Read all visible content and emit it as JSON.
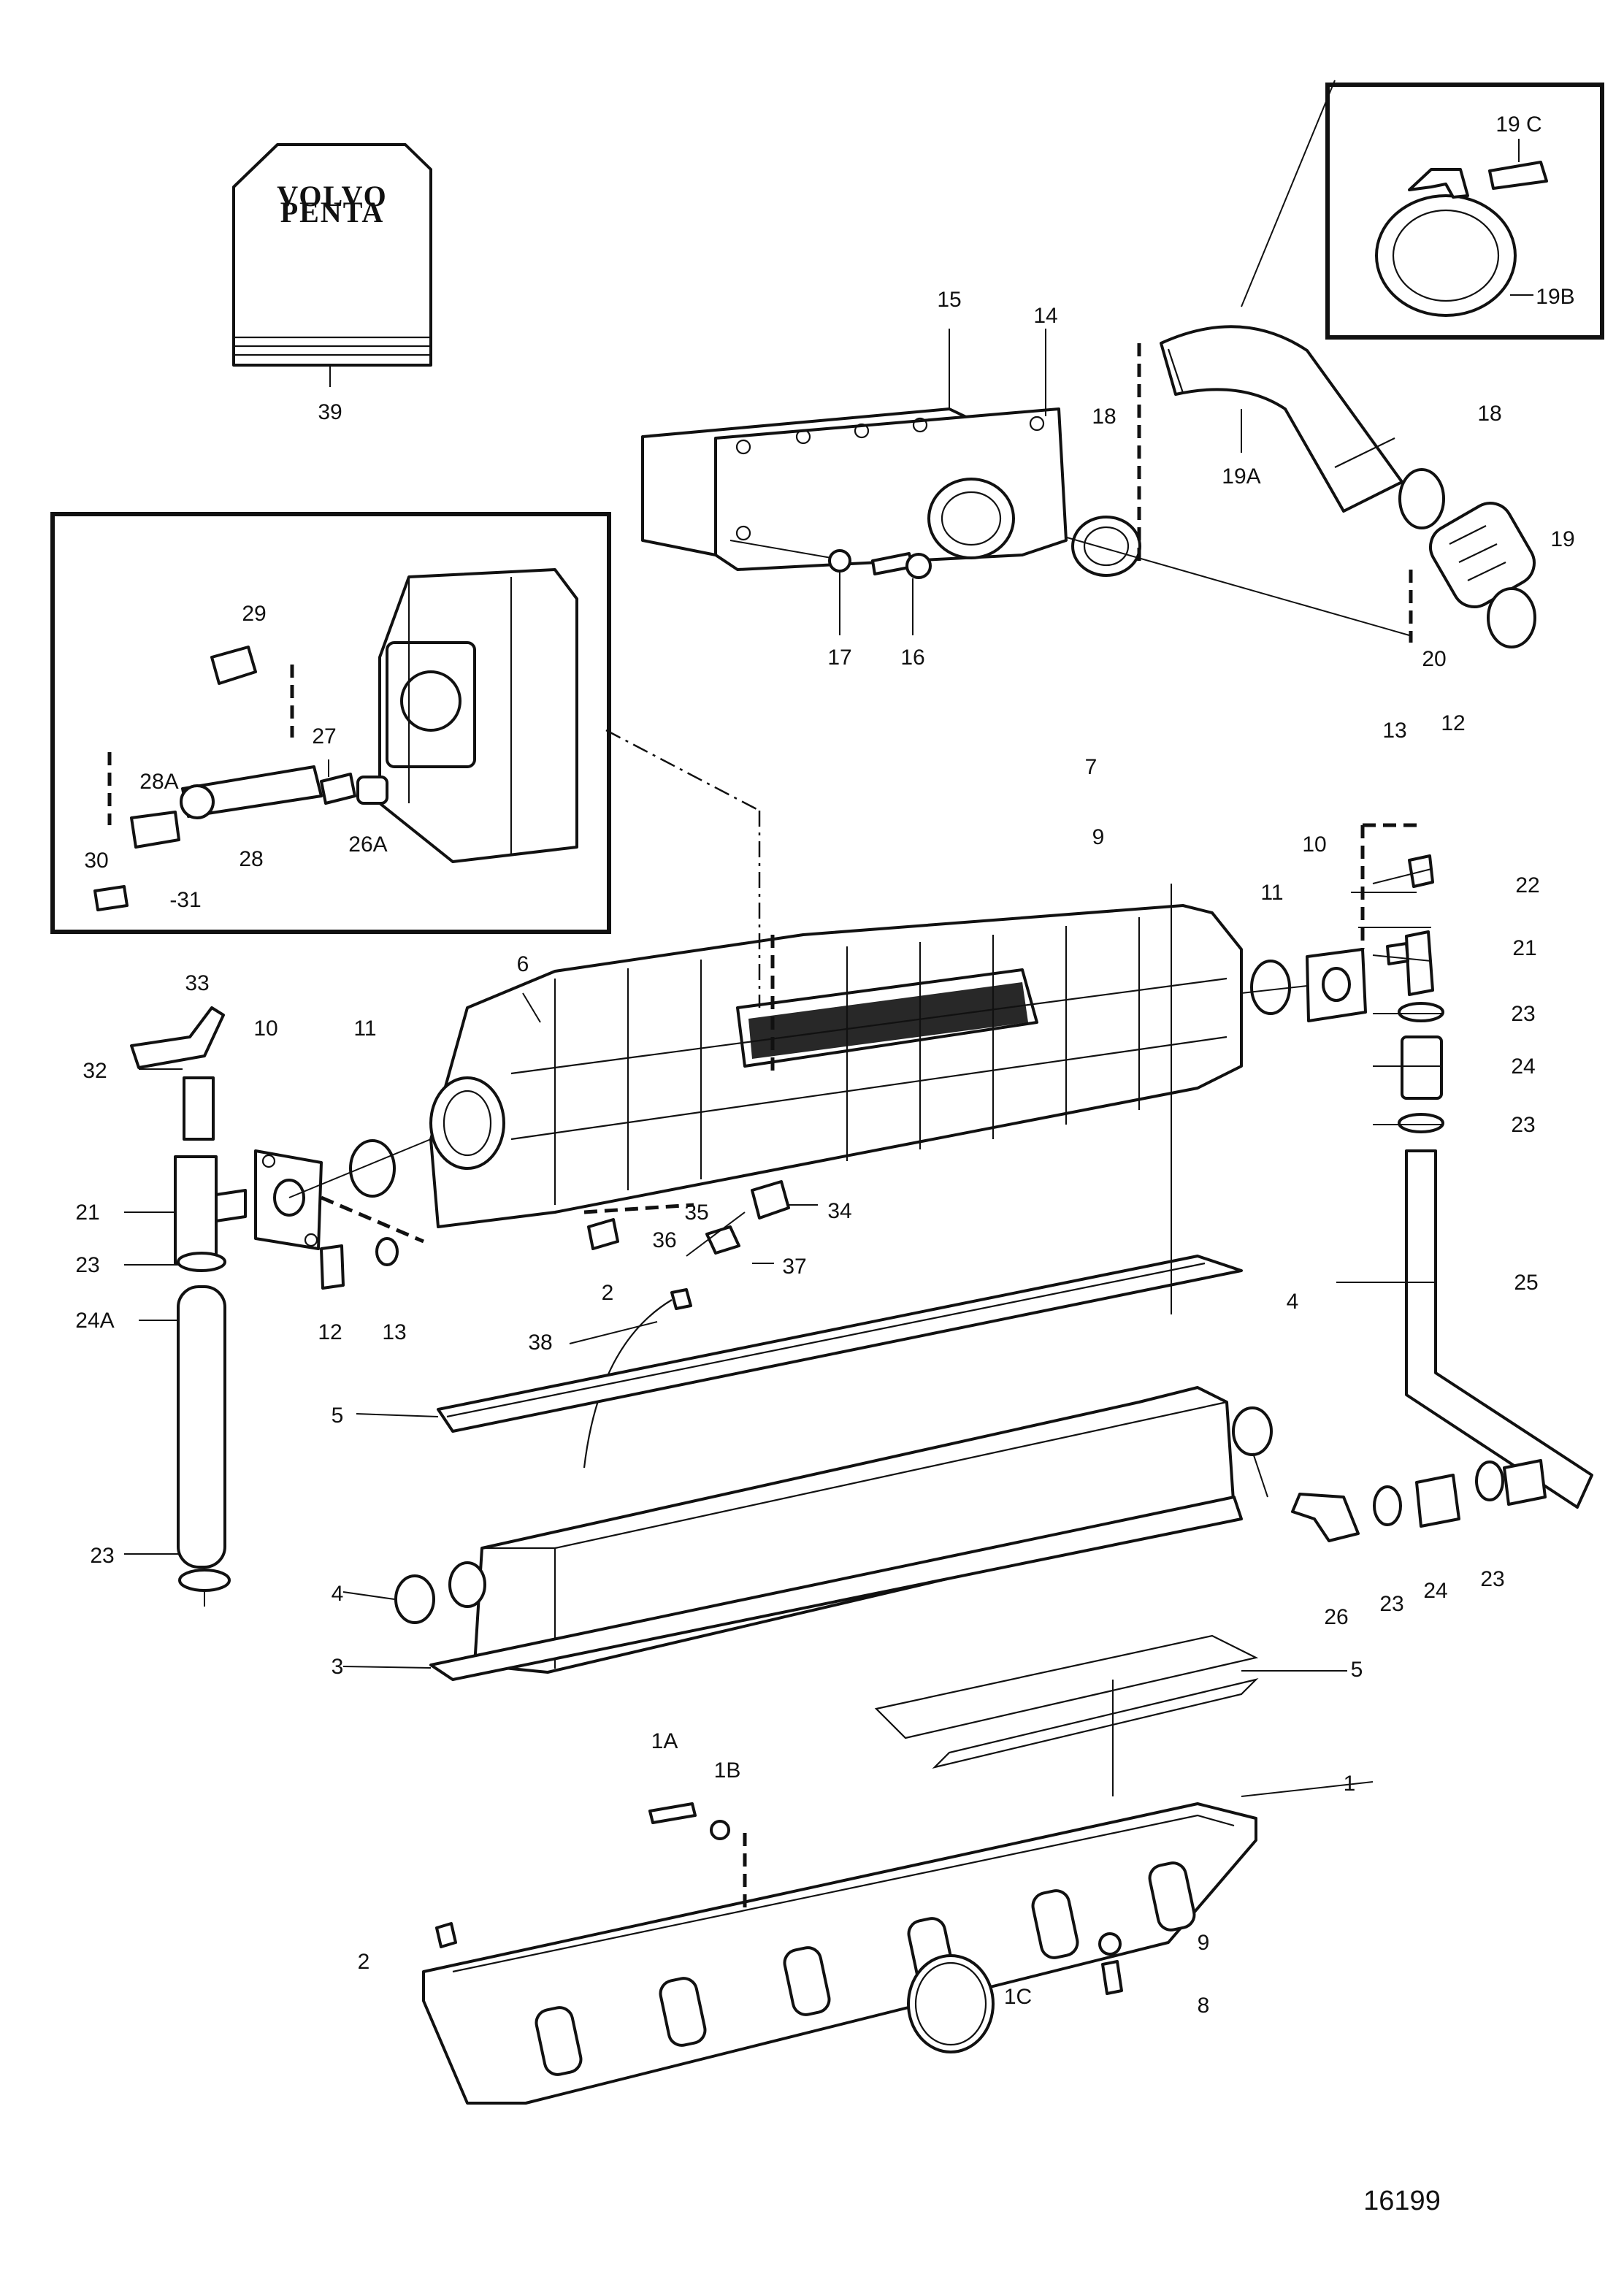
{
  "book": {
    "brand_line1": "VOLVO",
    "brand_line2": "PENTA"
  },
  "figure_number": "16199",
  "callouts": {
    "c1": "1",
    "c1A": "1A",
    "c1B": "1B",
    "c1C": "1C",
    "c2a": "2",
    "c2b": "2",
    "c3": "3",
    "c4a": "4",
    "c4b": "4",
    "c5a": "5",
    "c5b": "5",
    "c6": "6",
    "c7": "7",
    "c8": "8",
    "c9a": "9",
    "c9b": "9",
    "c10a": "10",
    "c10b": "10",
    "c11a": "11",
    "c11b": "11",
    "c12a": "12",
    "c12b": "12",
    "c13a": "13",
    "c13b": "13",
    "c14": "14",
    "c15": "15",
    "c16": "16",
    "c17": "17",
    "c18a": "18",
    "c18b": "18",
    "c19": "19",
    "c19A": "19A",
    "c19B": "19B",
    "c19C": "19 C",
    "c20": "20",
    "c21a": "21",
    "c21b": "21",
    "c22": "22",
    "c23a": "23",
    "c23b": "23",
    "c23c": "23",
    "c23d": "23",
    "c23e": "23",
    "c23f": "23",
    "c24a": "24",
    "c24b": "24",
    "c24A": "24A",
    "c25": "25",
    "c26": "26",
    "c26A": "26A",
    "c27": "27",
    "c28": "28",
    "c28A": "28A",
    "c29": "29",
    "c30": "30",
    "c31": "-31",
    "c32": "32",
    "c33": "33",
    "c34": "34",
    "c35": "35",
    "c36": "36",
    "c37": "37",
    "c38": "38",
    "c39": "39"
  }
}
